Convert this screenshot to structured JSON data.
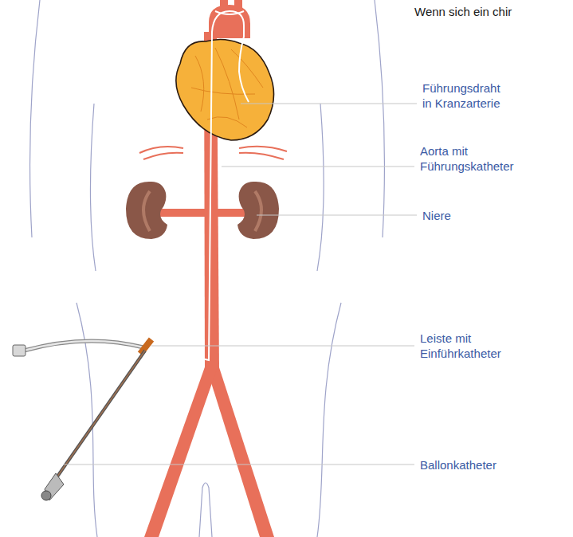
{
  "diagram": {
    "labels": [
      "Wenn sich ein chir",
      "Führungsdraht in Kranzarterie",
      "Aorta mit Führungskatheter",
      "Niere",
      "Leiste mit Einführkatheter",
      "Ballonkatheter"
    ]
  }
}
